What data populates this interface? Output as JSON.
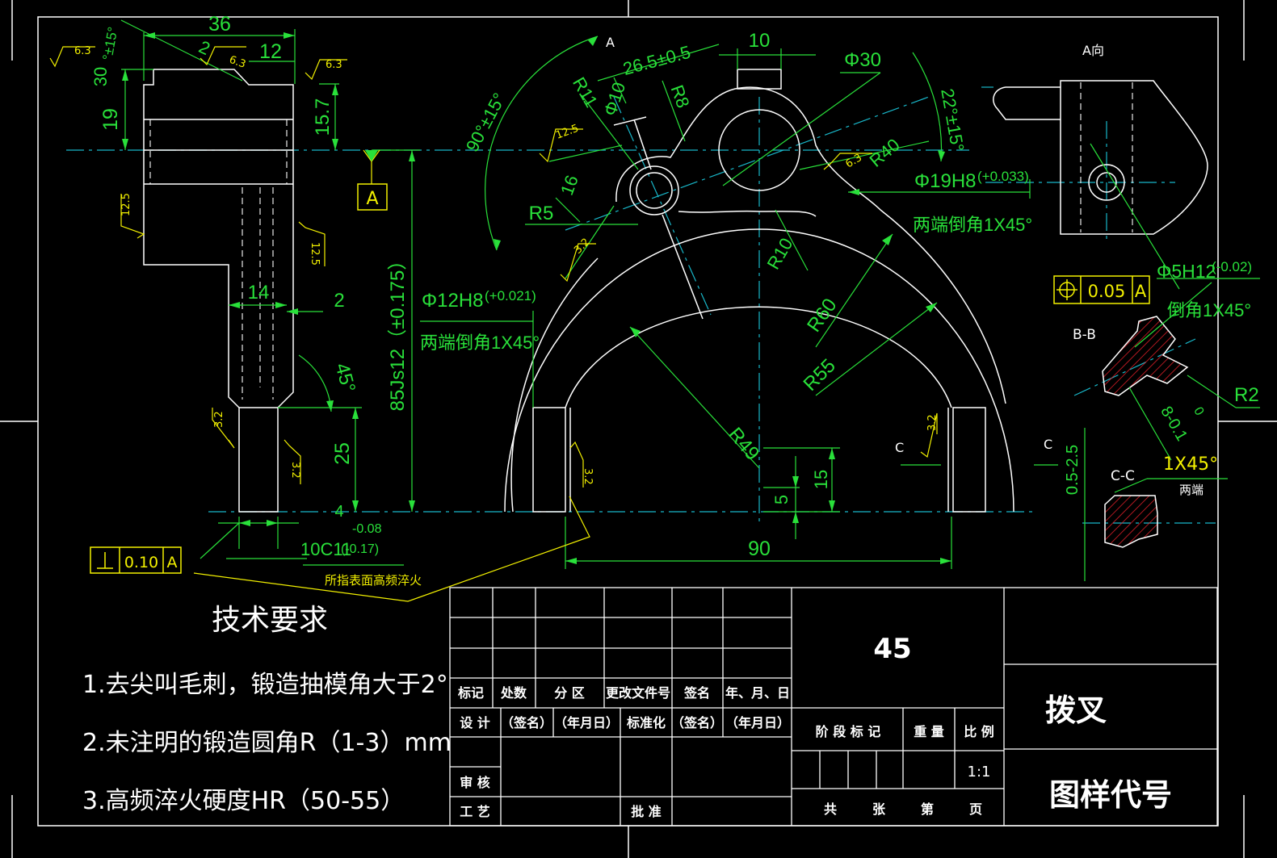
{
  "view_labels": {
    "section_a_arrow": "A",
    "view_a": "A向",
    "section_bb": "B-B",
    "section_cc": "C-C",
    "section_c1": "C",
    "section_c2": "C"
  },
  "datum": {
    "label": "A"
  },
  "dims_left": {
    "d36": "36",
    "d12": "12",
    "d2a": "2",
    "d19": "19",
    "d30": "30",
    "angle15": "°±15°",
    "d15_7": "15.7",
    "d14": "14",
    "d2b": "2",
    "angle45": "45°",
    "d25": "25",
    "d4": "4",
    "d85": "85Js12（±0.175）",
    "d10c": "10C11",
    "tol_c11": "-0.08",
    "tol_c11b": "(-0.17)"
  },
  "roughness": {
    "r63a": "6.3",
    "r63b": "6.3",
    "r63c": "6.3",
    "r63d": "6.3",
    "r125a": "12.5",
    "r125b": "12.5",
    "r125c": "12.5",
    "r32a": "3.2",
    "r32b": "3.2",
    "r32c": "3.2",
    "r32d": "3.2",
    "r32e": "3.2"
  },
  "dims_mid": {
    "d26_5": "26.5±0.5",
    "d10": "10",
    "phi30": "Φ30",
    "r11": "R11",
    "phi10": "Φ10",
    "r8": "R8",
    "angle90": "90°±15°",
    "angle22": "22°±15°",
    "r5": "R5",
    "d16": "16",
    "r40": "R40",
    "phi19": "Φ19H8",
    "tol_19": "(+0.033)",
    "chamfer1": "两端倒角1X45°",
    "phi12": "Φ12H8",
    "tol_12": "(+0.021)",
    "chamfer2": "两端倒角1X45°",
    "r10": "R10",
    "r60": "R60",
    "r55": "R55",
    "r49": "R49",
    "d15": "15",
    "d5": "5",
    "d90": "90"
  },
  "dims_right": {
    "phi5": "Φ5H12",
    "tol_5": "(-0.02)",
    "chamfer3": "倒角1X45°",
    "r2": "R2",
    "d8": "8-0.1",
    "d8b": "0",
    "d0525": "0.5-2.5",
    "chamfer4": "1X45°",
    "both_ends": "两端"
  },
  "tolerance_frames": {
    "perp_value": "0.10",
    "perp_datum": "A",
    "pos_value": "0.05",
    "pos_datum": "A"
  },
  "hardening_note": "所指表面高频淬火",
  "tech_req": {
    "title": "技术要求",
    "items": [
      "1.去尖叫毛刺，锻造抽模角大于2°",
      "2.未注明的锻造圆角R（1-3）mm",
      "3.高频淬火硬度HR（50-55）"
    ]
  },
  "title_block": {
    "material": "45",
    "part_name": "拨叉",
    "drawing_no": "图样代号",
    "headers": [
      "标记",
      "处数",
      "分 区",
      "更改文件号",
      "签名",
      "年、月、日"
    ],
    "row_design": [
      "设 计",
      "（签名）",
      "（年月日）",
      "标准化",
      "（签名）",
      "（年月日）"
    ],
    "stage": [
      "阶 段 标 记",
      "重 量",
      "比 例"
    ],
    "scale": "1:1",
    "review": "审 核",
    "process": "工 艺",
    "approve": "批 准",
    "sheets": [
      "共",
      "张",
      "第",
      "页"
    ]
  },
  "colors": {
    "background": "#000000",
    "outline": "#ffffff",
    "dimension": "#29e03a",
    "centerline": "#18b7c9",
    "annotation": "#f2f000",
    "hatch": "#e8202a"
  }
}
